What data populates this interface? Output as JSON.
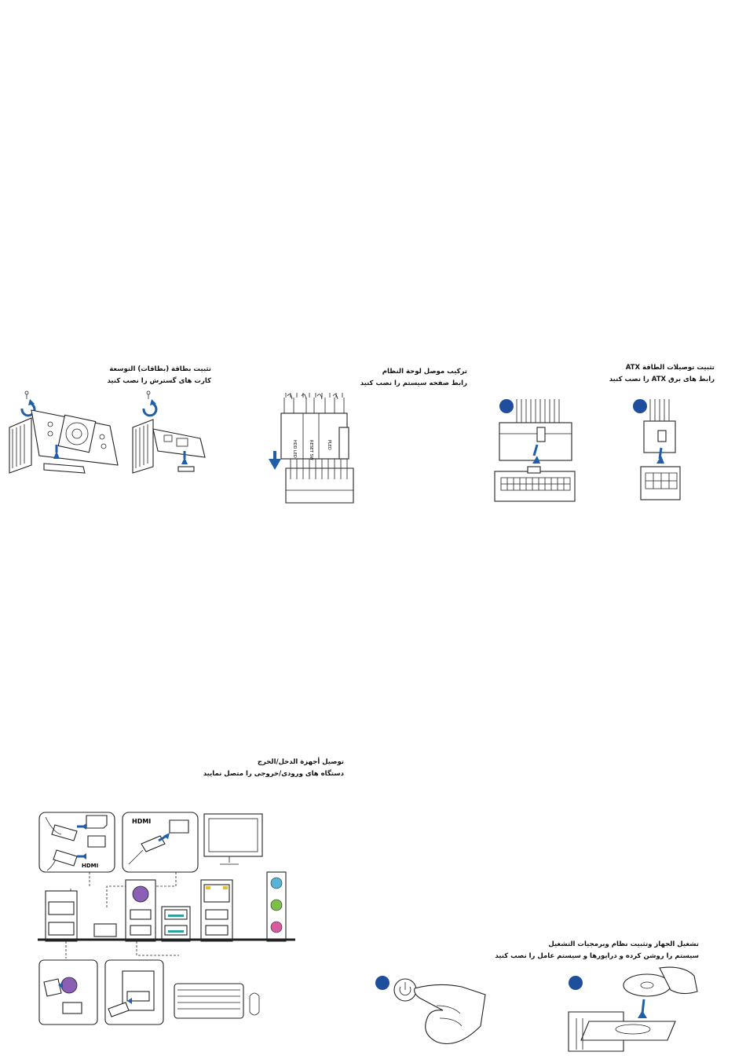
{
  "sections": {
    "expansion": {
      "line1": "تثبيت بطاقة (بطاقات) التوسعة",
      "line2": "کارت های گسترش را نصب کنید"
    },
    "panel": {
      "line1": "تركيب موصل لوحة النظام",
      "line2": "رابط صفحه سیستم را نصب کنید",
      "pin_labels": [
        "HDD LED",
        "RESET SW",
        "PLED"
      ]
    },
    "power": {
      "line1": "تثبيت توصيلات الطاقة ATX",
      "line2": "رابط های برق ATX را نصب کنید"
    },
    "io": {
      "line1": "توصيل أجهزة الدخل/الخرج",
      "line2": "دستگاه های ورودی/خروجی را متصل نمایید",
      "hdmi_logo": "HDMI"
    },
    "boot": {
      "line1": "تشغيل الجهاز وتثبيت نظام وبرمجيات التشغيل",
      "line2": "سیستم را روشن کرده و درایورها و سیستم عامل را نصب کنید"
    }
  },
  "colors": {
    "badge": "#1f4f9c",
    "arrow": "#1f5ea8",
    "ps2": "#8a5fb5",
    "audio_blue": "#56b4d8",
    "audio_green": "#7cc04a",
    "audio_pink": "#d65aa0",
    "usb3": "#2aa39a",
    "lan_led": "#e8c12a"
  }
}
